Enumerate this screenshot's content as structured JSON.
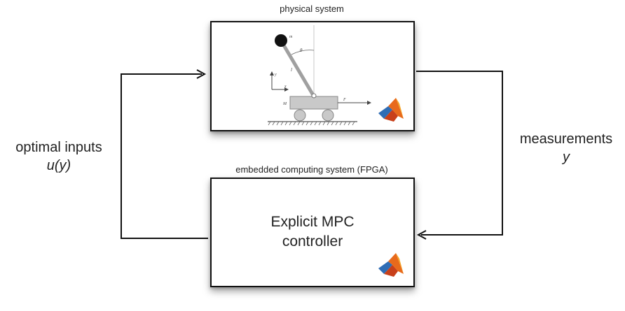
{
  "physical": {
    "title": "physical system",
    "labels": {
      "mass": "m",
      "angle": "θ",
      "length": "l",
      "cart": "M",
      "force": "F",
      "y_axis": "y",
      "x_axis": "x"
    }
  },
  "controller": {
    "title": "embedded computing system (FPGA)",
    "line1": "Explicit MPC",
    "line2": "controller"
  },
  "left_label": {
    "text": "optimal inputs",
    "var": "u(y)"
  },
  "right_label": {
    "text": "measurements",
    "var": "y"
  },
  "icons": [
    "matlab-logo-icon",
    "matlab-logo-icon"
  ]
}
